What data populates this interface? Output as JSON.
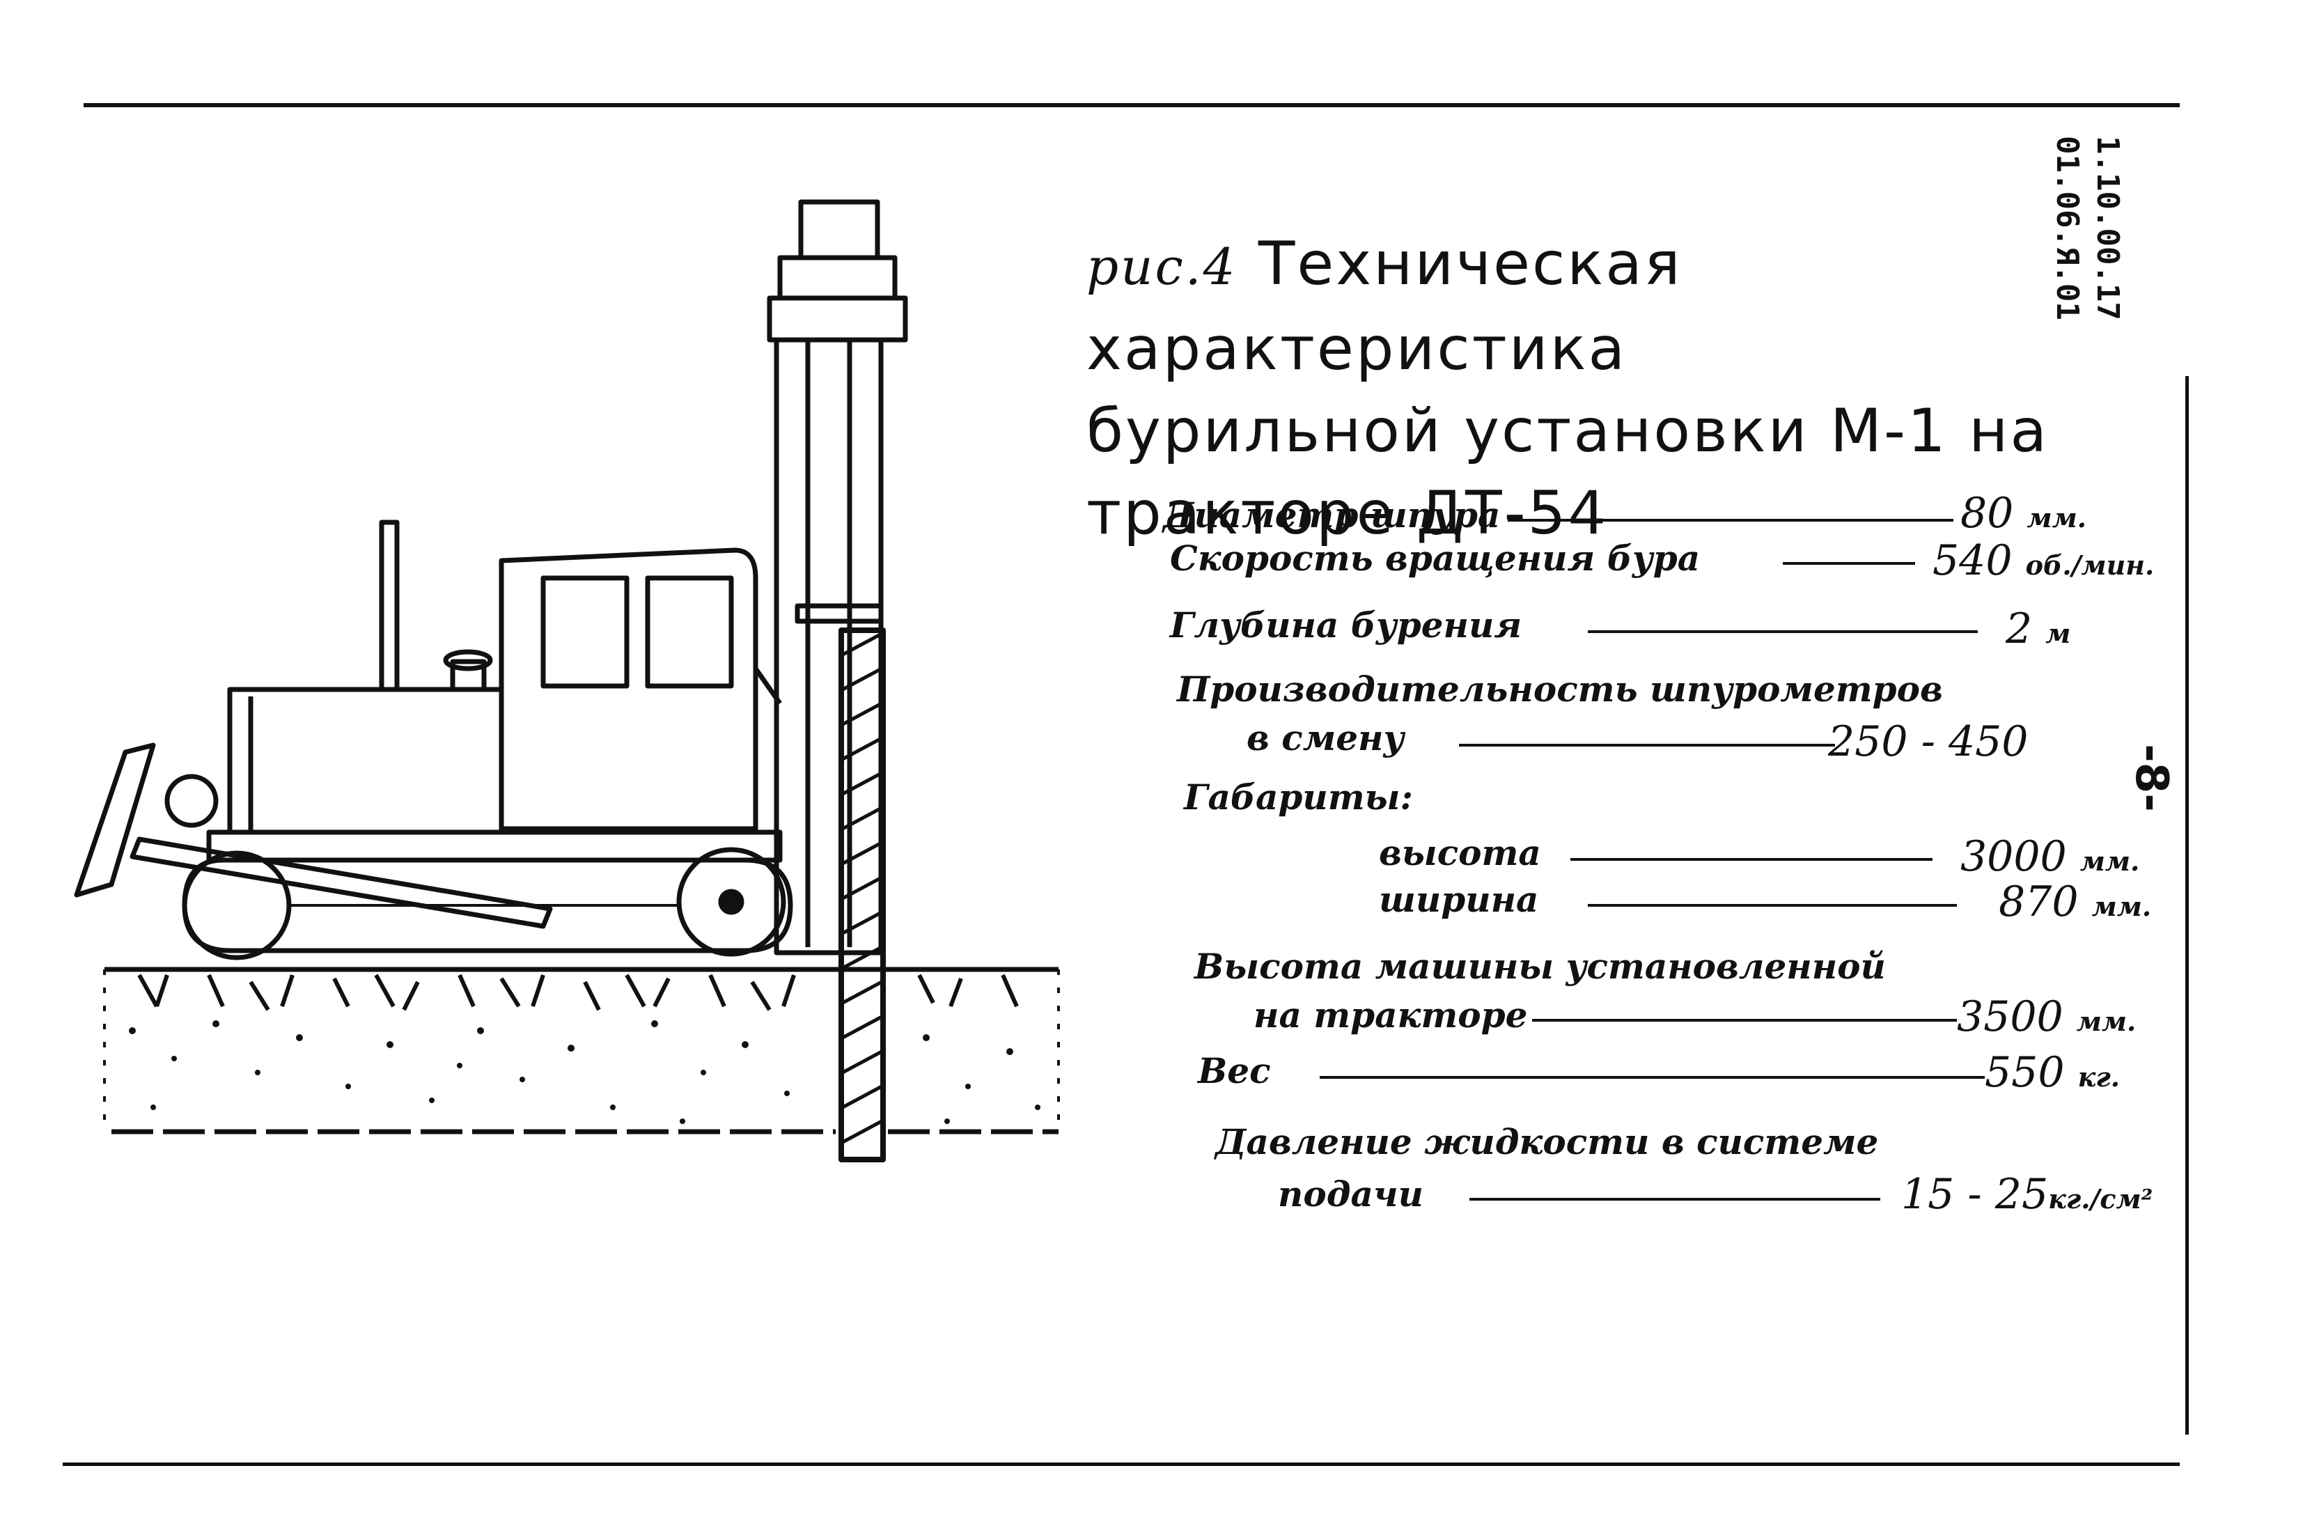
{
  "title": {
    "prefix": "рис.4",
    "line1": "Техническая характеристика",
    "line2": "бурильной установки М-1 на",
    "line3": "тракторе ДТ-54"
  },
  "doc_code": {
    "line1": "1.10.00.17",
    "line2": "01.06.Я.01"
  },
  "page_number": "-8-",
  "specs": [
    {
      "label": "Диаметр шпура",
      "value": "80",
      "unit": "мм."
    },
    {
      "label": "Скорость вращения бура",
      "value": "540",
      "unit": "об./мин."
    },
    {
      "label": "Глубина бурения",
      "value": "2",
      "unit": "м"
    },
    {
      "label": "Производительность шпурометров",
      "label2": "в смену",
      "value": "250 - 450",
      "unit": ""
    },
    {
      "label": "Габариты:"
    },
    {
      "label": "высота",
      "value": "3000",
      "unit": "мм."
    },
    {
      "label": "ширина",
      "value": "870",
      "unit": "мм."
    },
    {
      "label": "Высота машины установленной",
      "label2": "на тракторе",
      "value": "3500",
      "unit": "мм."
    },
    {
      "label": "Вес",
      "value": "550",
      "unit": "кг."
    },
    {
      "label": "Давление жидкости в системе",
      "label2": "подачи",
      "value": "15 - 25",
      "unit": "кг./см²"
    }
  ]
}
